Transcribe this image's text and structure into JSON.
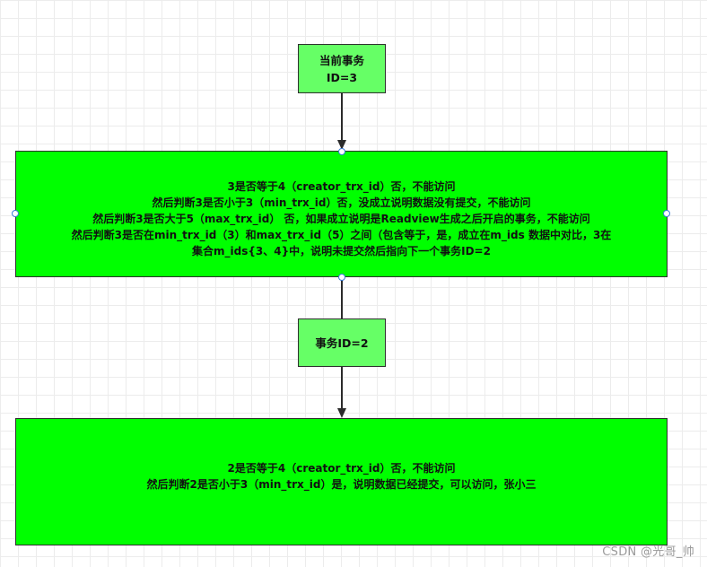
{
  "diagram": {
    "nodes": [
      {
        "id": "tx3",
        "text": "当前事务\nID=3"
      },
      {
        "id": "check1",
        "text": "3是否等于4（creator_trx_id）否，不能访问\n然后判断3是否小于3（min_trx_id）否，没成立说明数据没有提交，不能访问\n然后判断3是否大于5（max_trx_id） 否，如果成立说明是Readview生成之后开启的事务，不能访问\n然后判断3是否在min_trx_id（3）和max_trx_id（5）之间（包含等于，是，成立在m_ids 数据中对比，3在\n集合m_ids{3、4}中，说明未提交然后指向下一个事务ID=2"
      },
      {
        "id": "tx2",
        "text": "事务ID=2"
      },
      {
        "id": "check2",
        "text": "2是否等于4（creator_trx_id）否，不能访问\n然后判断2是否小于3（min_trx_id）是，说明数据已经提交，可以访问，张小三"
      }
    ],
    "edges": [
      {
        "from": "tx3",
        "to": "check1"
      },
      {
        "from": "check1",
        "to": "tx2"
      },
      {
        "from": "tx2",
        "to": "check2"
      }
    ],
    "colors": {
      "small_node_fill": "#66ff66",
      "large_node_fill": "#00ff00",
      "border": "#2f2f2f",
      "grid": "#ececec",
      "selection_handle": "#3a7bd5"
    }
  },
  "watermark": "CSDN @光哥_帅"
}
